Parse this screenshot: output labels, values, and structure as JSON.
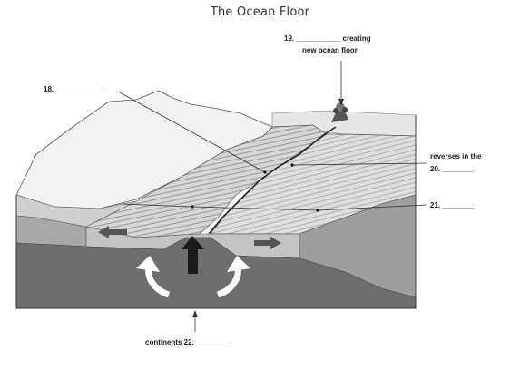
{
  "title": "The Ocean Floor",
  "labels": {
    "q19_line1": "19. ___________ creating",
    "q19_line2": "new ocean floor",
    "q18": "18. ____________",
    "q20_line1": "reverses in the",
    "q20_line2": "20. ________",
    "q21": "21. ________",
    "q22": "continents 22. ________"
  }
}
